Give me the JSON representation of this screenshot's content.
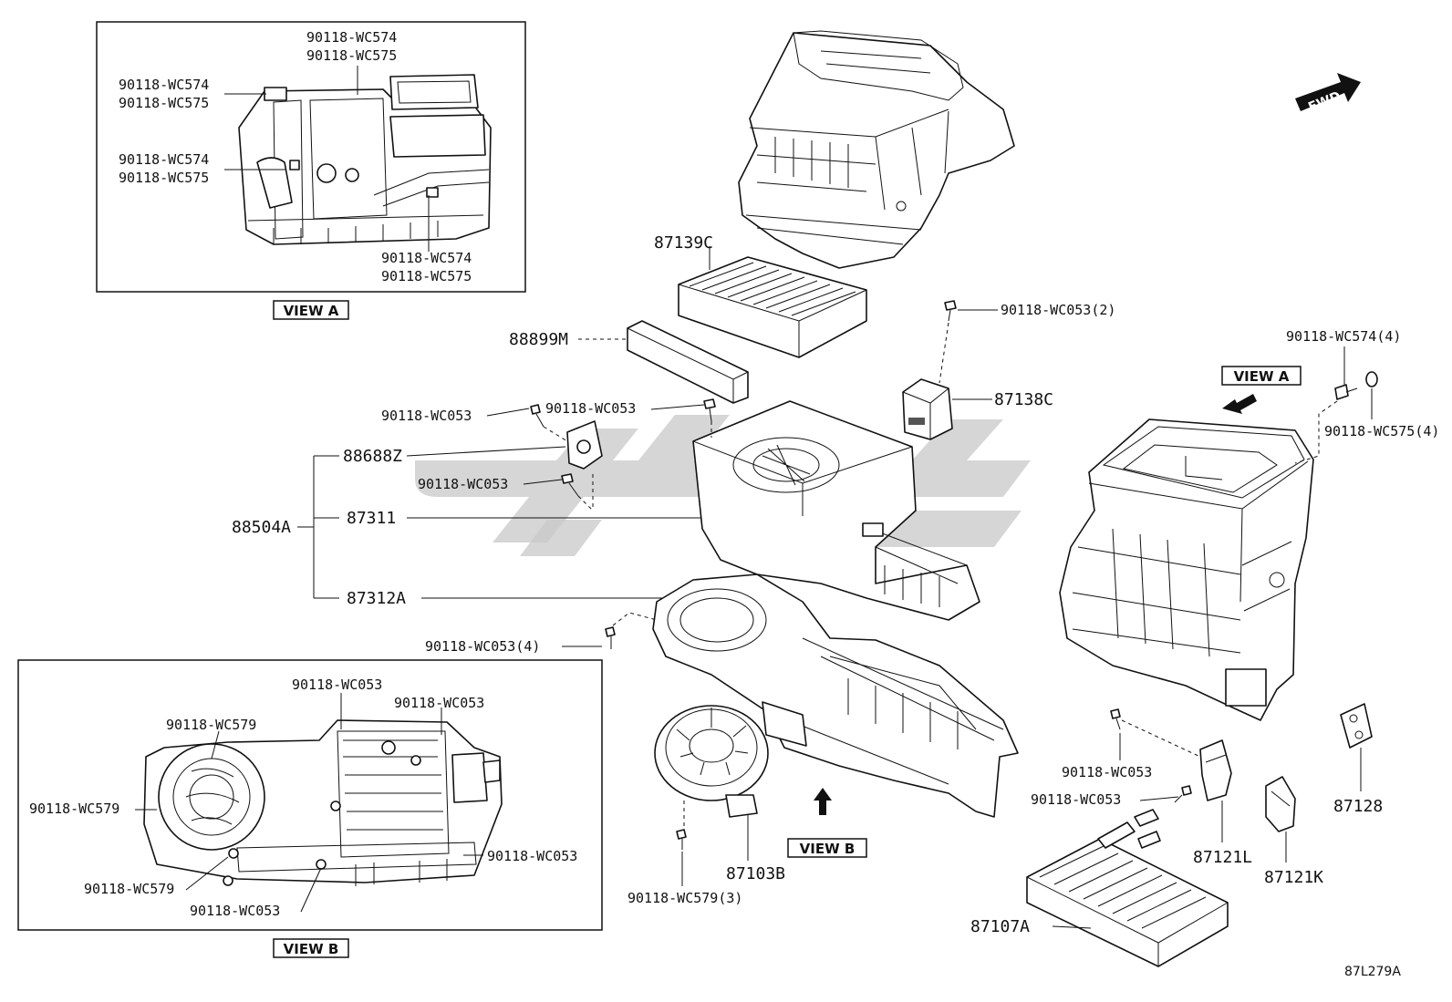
{
  "views": {
    "view_a_tag": "VIEW A",
    "view_b_tag": "VIEW B",
    "view_a_main_tag": "VIEW A",
    "view_b_main_tag": "VIEW B",
    "fwd_arrow": "FWD"
  },
  "inset_a_labels": {
    "top_1": "90118-WC574",
    "top_2": "90118-WC575",
    "left_upper_1": "90118-WC574",
    "left_upper_2": "90118-WC575",
    "left_mid_1": "90118-WC574",
    "left_mid_2": "90118-WC575",
    "bottom_1": "90118-WC574",
    "bottom_2": "90118-WC575"
  },
  "inset_b_labels": {
    "top_center": "90118-WC053",
    "top_right": "90118-WC053",
    "upper_left": "90118-WC579",
    "left": "90118-WC579",
    "right": "90118-WC053",
    "bottom_left": "90118-WC579",
    "bottom_center": "90118-WC053"
  },
  "part_labels": {
    "p87139C": "87139C",
    "p88899M": "88899M",
    "p90118_wc053_2": "90118-WC053(2)",
    "p87138C": "87138C",
    "p90118_wc053_a": "90118-WC053",
    "p90118_wc053_b": "90118-WC053",
    "p88688Z": "88688Z",
    "p90118_wc053_c": "90118-WC053",
    "p88504A": "88504A",
    "p87311": "87311",
    "p87312A": "87312A",
    "p90118_wc053_4": "90118-WC053(4)",
    "p90118_wc574_4": "90118-WC574(4)",
    "p90118_wc575_4": "90118-WC575(4)",
    "p90118_wc053_d": "90118-WC053",
    "p90118_wc053_e": "90118-WC053",
    "p87128": "87128",
    "p87121L": "87121L",
    "p87121K": "87121K",
    "p87103B": "87103B",
    "p90118_wc579_3": "90118-WC579(3)",
    "p87107A": "87107A"
  },
  "diagram_ref": "87L279A"
}
